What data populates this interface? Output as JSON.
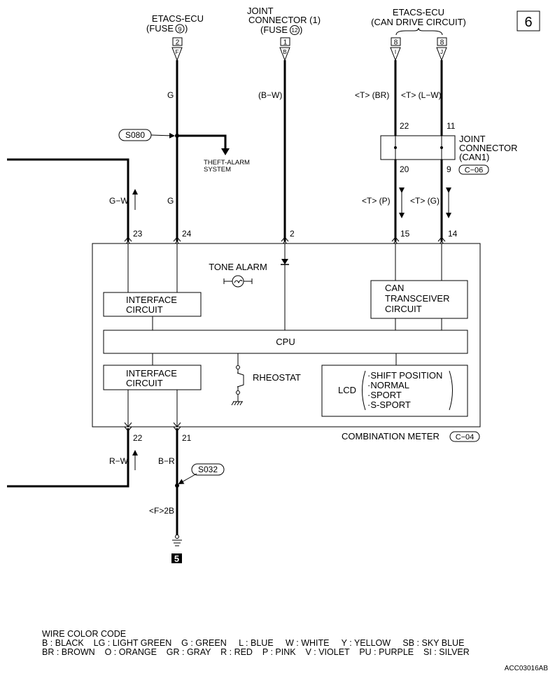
{
  "page_number": "6",
  "sources": {
    "etacs_fuse": {
      "title": "ETACS-ECU",
      "sub": "(FUSE",
      "fuse_no": "9",
      "close": ")",
      "connector_no": "2",
      "pin": "F"
    },
    "joint_fuse": {
      "title1": "JOINT",
      "title2": "CONNECTOR (1)",
      "sub": "(FUSE",
      "fuse_no": "12",
      "close": ")",
      "connector_no": "1",
      "pin": "B"
    },
    "etacs_can": {
      "title": "ETACS-ECU",
      "sub": "(CAN DRIVE CIRCUIT)",
      "connector_no_left": "8",
      "pin_left": "I",
      "connector_no_right": "8",
      "pin_right": "J"
    }
  },
  "wires": {
    "g_top": "G",
    "g_mid": "G",
    "bw": "(B−W)",
    "can_br": "<T> (BR)",
    "can_lw": "<T> (L−W)",
    "can_p": "<T> (P)",
    "can_g": "<T> (G)",
    "gw": "G−W",
    "rw": "R−W",
    "br": "B−R",
    "f2b": "<F>2B"
  },
  "splices": {
    "s080": "S080",
    "s032": "S032"
  },
  "theft_alarm": {
    "line1": "THEFT-ALARM",
    "line2": "SYSTEM"
  },
  "joint_can1": {
    "line1": "JOINT",
    "line2": "CONNECTOR",
    "line3": "(CAN1)",
    "connector": "C−06",
    "pin_22": "22",
    "pin_11": "11",
    "pin_20": "20",
    "pin_9": "9"
  },
  "pins": {
    "p23": "23",
    "p24": "24",
    "p2": "2",
    "p15": "15",
    "p14": "14",
    "p22": "22",
    "p21": "21"
  },
  "meter": {
    "tone_alarm": "TONE ALARM",
    "interface_top_1": "INTERFACE",
    "interface_top_2": "CIRCUIT",
    "can_1": "CAN",
    "can_2": "TRANSCEIVER",
    "can_3": "CIRCUIT",
    "cpu": "CPU",
    "interface_bottom_1": "INTERFACE",
    "interface_bottom_2": "CIRCUIT",
    "rheostat": "RHEOSTAT",
    "lcd": "LCD",
    "lcd_items": [
      "·SHIFT POSITION",
      "·NORMAL",
      "·SPORT",
      "·S-SPORT"
    ],
    "name": "COMBINATION METER",
    "connector": "C−04"
  },
  "ground_no": "5",
  "legend": {
    "title": "WIRE COLOR CODE",
    "row1": "B : BLACK    LG : LIGHT GREEN    G : GREEN     L : BLUE     W : WHITE     Y : YELLOW     SB : SKY BLUE",
    "row2": "BR : BROWN    O : ORANGE    GR : GRAY    R : RED    P : PINK    V : VIOLET    PU : PURPLE    SI : SILVER"
  },
  "diagram_code": "ACC03016AB"
}
